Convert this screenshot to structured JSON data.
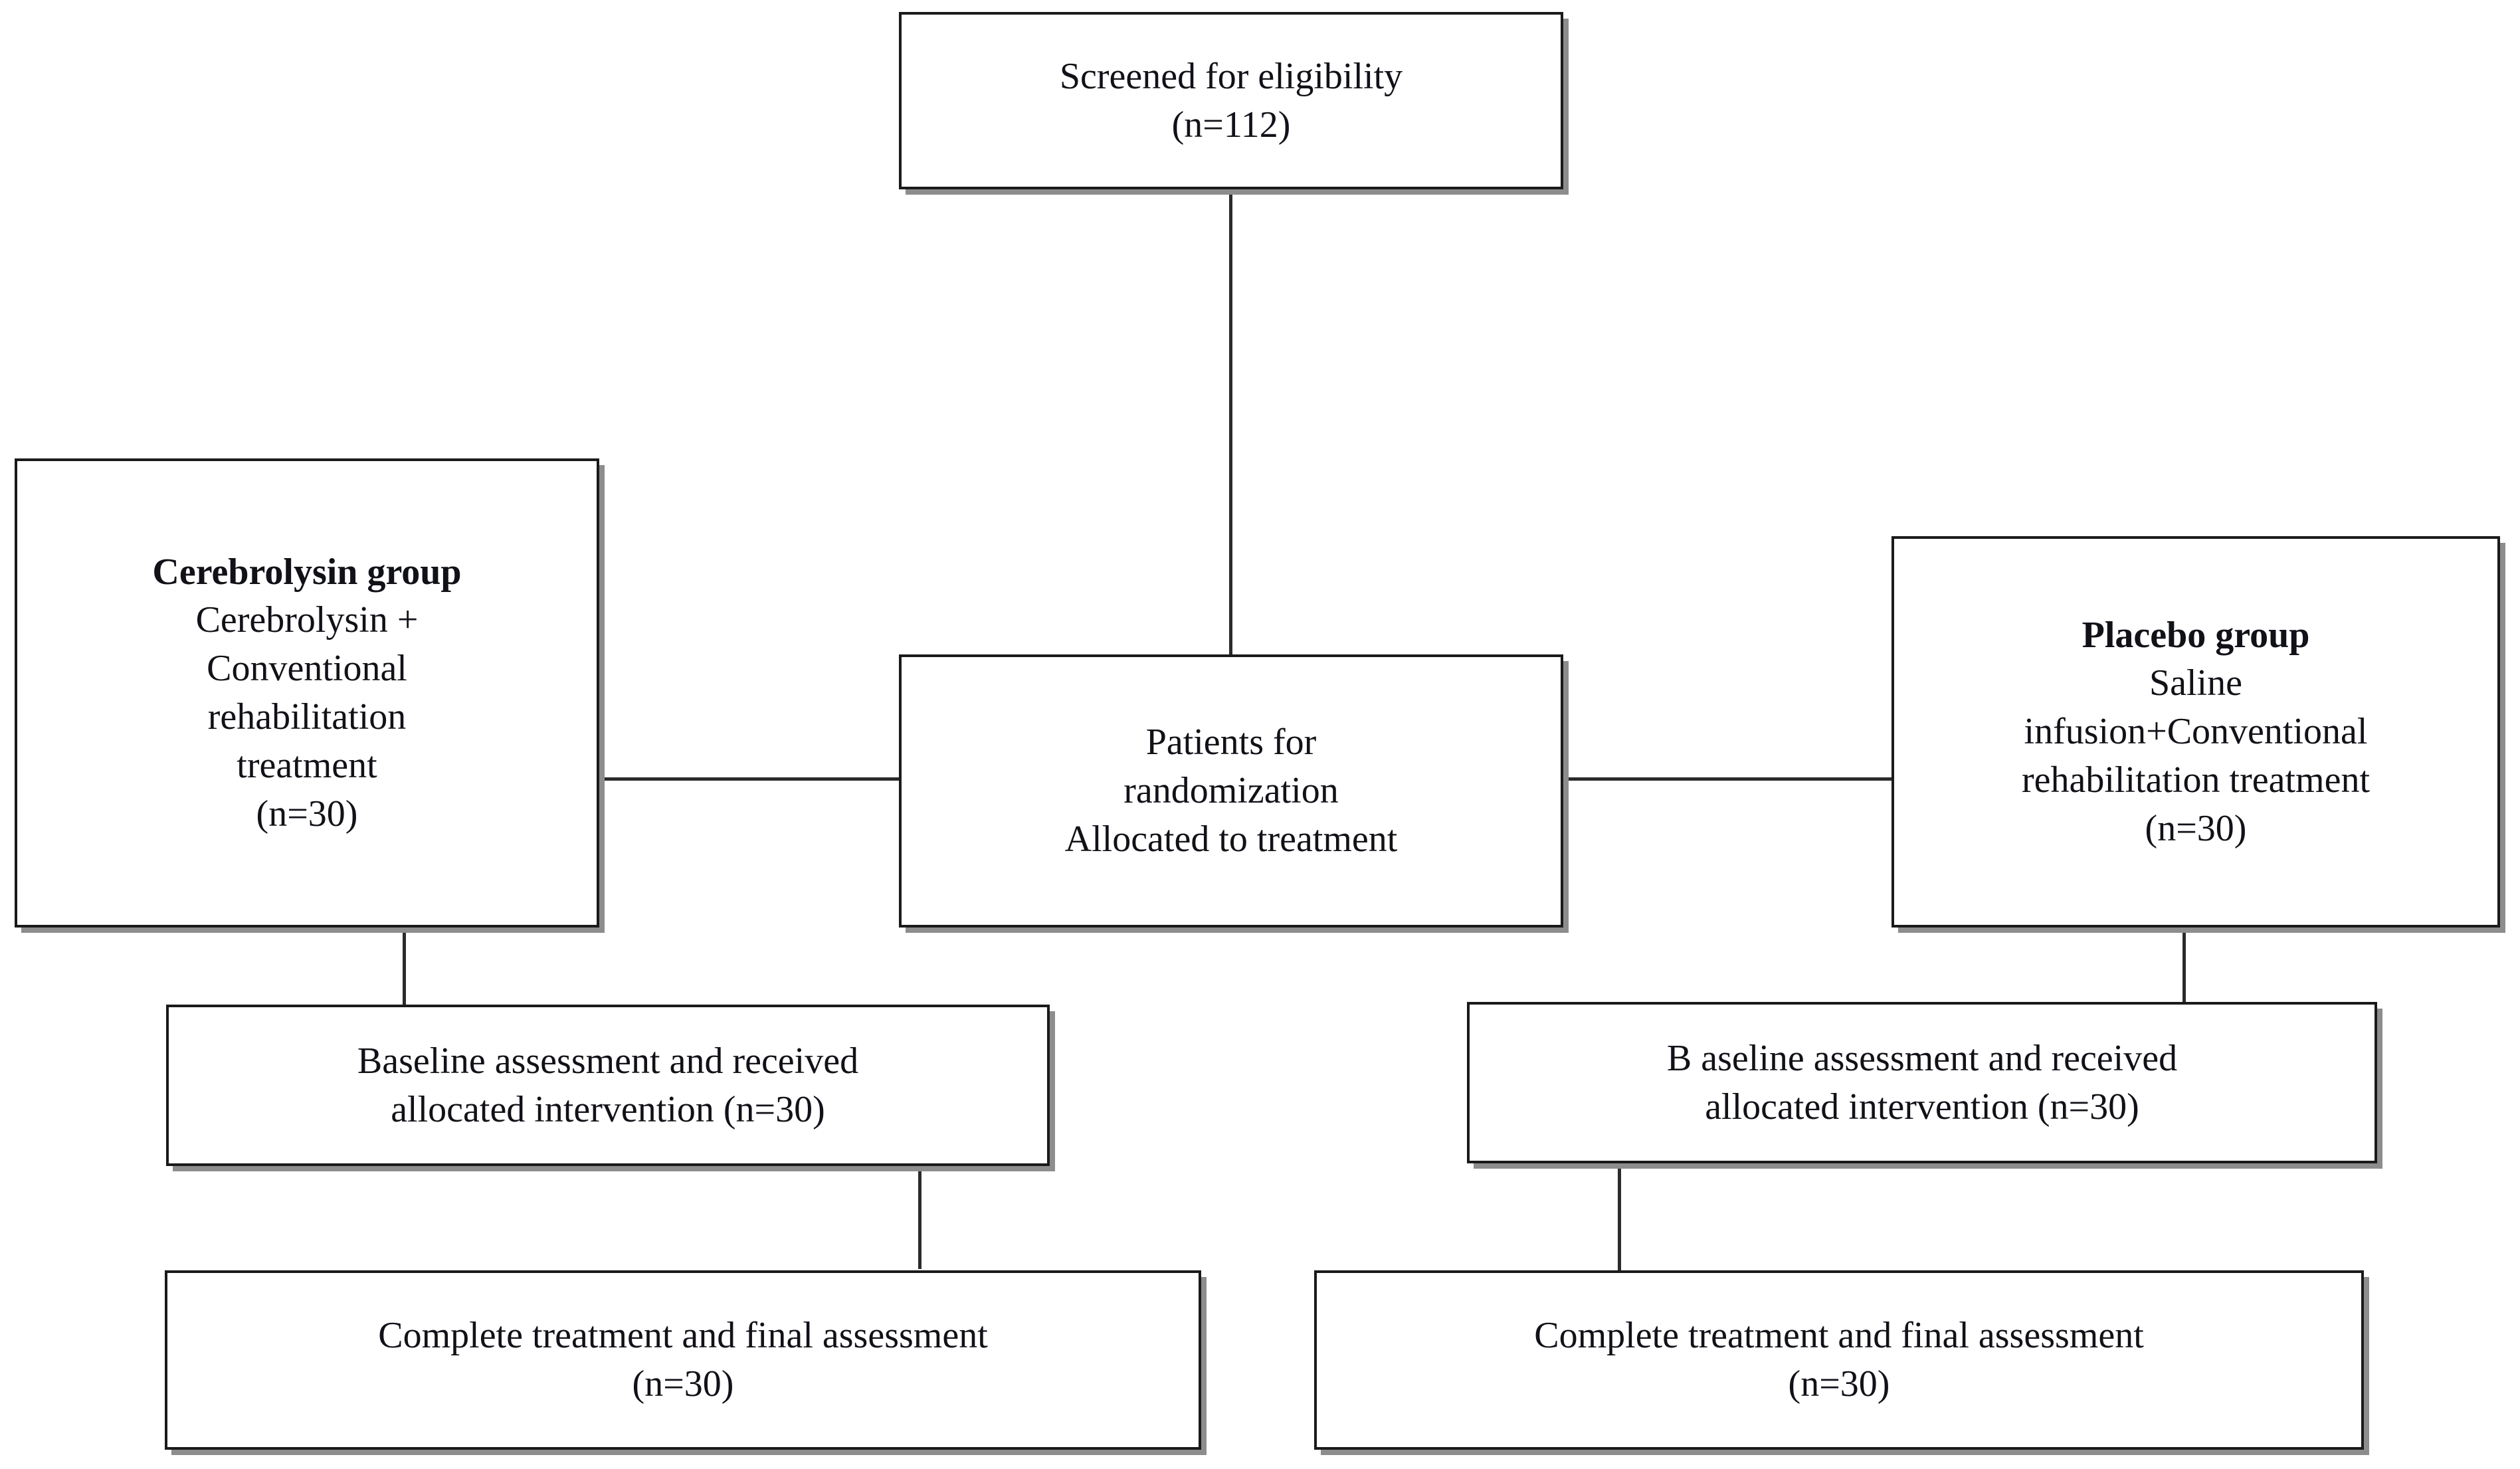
{
  "diagram": {
    "title": "CONSORT participant flow diagram",
    "type": "flowchart",
    "box_border_color": "#1a1a1a",
    "box_shadow_color": "#8d8d8d",
    "connector_color": "#2b2b2b",
    "background_color": "#ffffff"
  },
  "nodes": {
    "screened": {
      "id": "screened",
      "lines": [
        "Screened for eligibility",
        "(n=112)"
      ]
    },
    "cerebrolysin_group": {
      "id": "cerebrolysin-group",
      "lines": [
        "Cerebrolysin group",
        "Cerebrolysin +",
        "Conventional",
        "rehabilitation",
        "treatment",
        "(n=30)"
      ],
      "bold_lines": [
        0
      ]
    },
    "randomization": {
      "id": "randomization",
      "lines": [
        "Patients for",
        "randomization",
        "Allocated to treatment"
      ]
    },
    "placebo_group": {
      "id": "placebo-group",
      "lines": [
        "Placebo group",
        "Saline",
        "infusion+Conventional",
        "rehabilitation treatment",
        "(n=30)"
      ],
      "bold_lines": [
        0
      ]
    },
    "baseline_left": {
      "id": "baseline-left",
      "lines": [
        "Baseline assessment and received",
        "allocated intervention (n=30)"
      ]
    },
    "baseline_right": {
      "id": "baseline-right",
      "lines": [
        "B aseline assessment and received",
        "allocated intervention (n=30)"
      ]
    },
    "complete_left": {
      "id": "complete-left",
      "lines": [
        "Complete treatment and final assessment",
        "(n=30)"
      ]
    },
    "complete_right": {
      "id": "complete-right",
      "lines": [
        "Complete treatment and final  assessment",
        "(n=30)"
      ]
    }
  },
  "edges": [
    {
      "from": "screened",
      "to": "randomization",
      "orientation": "vertical"
    },
    {
      "from": "cerebrolysin_group",
      "to": "randomization",
      "orientation": "horizontal"
    },
    {
      "from": "randomization",
      "to": "placebo_group",
      "orientation": "horizontal"
    },
    {
      "from": "cerebrolysin_group",
      "to": "baseline_left",
      "orientation": "vertical"
    },
    {
      "from": "baseline_left",
      "to": "complete_left",
      "orientation": "vertical"
    },
    {
      "from": "placebo_group",
      "to": "baseline_right",
      "orientation": "vertical"
    },
    {
      "from": "baseline_right",
      "to": "complete_right",
      "orientation": "vertical"
    }
  ],
  "counts": {
    "screened": "112",
    "cerebrolysin_allocated": "30",
    "placebo_allocated": "30",
    "cerebrolysin_baseline": "30",
    "placebo_baseline": "30",
    "cerebrolysin_completed": "30",
    "placebo_completed": "30"
  }
}
